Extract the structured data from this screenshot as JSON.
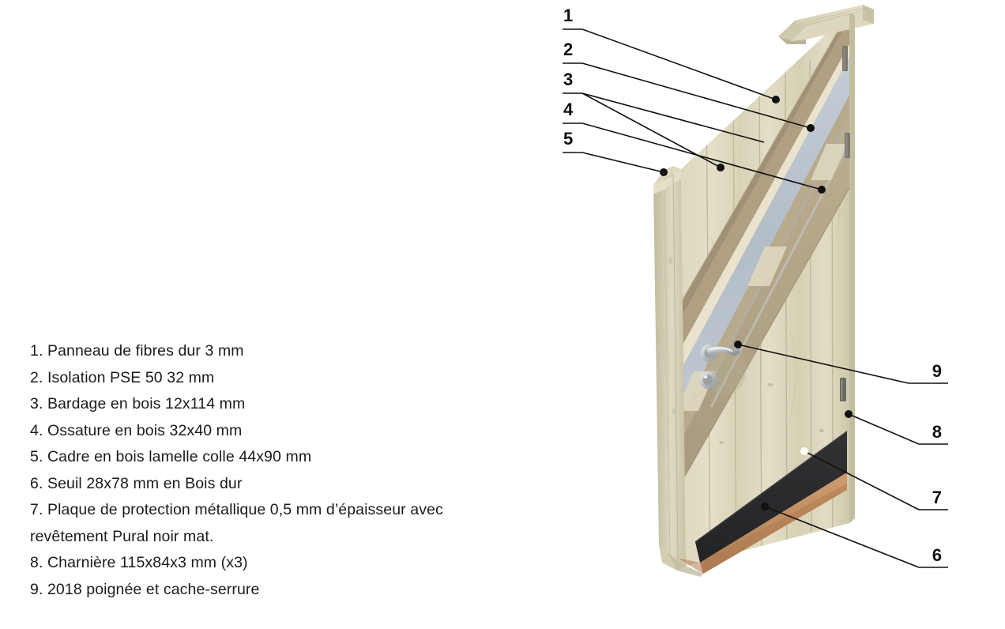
{
  "legend": {
    "items": [
      "1. Panneau de fibres dur 3 mm",
      "2. Isolation PSE 50 32 mm",
      "3. Bardage en bois 12x114 mm",
      "4. Ossature en bois 32x40 mm",
      "5. Cadre en bois lamelle colle 44x90 mm",
      "6. Seuil 28x78 mm en Bois dur",
      "7. Plaque de protection métallique 0,5 mm d’épaisseur avec",
      "revêtement Pural noir mat.",
      "8. Charnière 115x84x3 mm (x3)",
      "9. 2018 poignée et cache-serrure"
    ]
  },
  "callouts": {
    "left": [
      {
        "label": "1"
      },
      {
        "label": "2"
      },
      {
        "label": "3"
      },
      {
        "label": "4"
      },
      {
        "label": "5"
      }
    ],
    "right": [
      {
        "label": "9"
      },
      {
        "label": "8"
      },
      {
        "label": "7"
      },
      {
        "label": "6"
      }
    ]
  },
  "colors": {
    "background": "#ffffff",
    "leader_line": "#111111",
    "marker_dot": "#111111",
    "marker_dot_light": "#ffffff",
    "text": "#1b1b1b",
    "wood_face_light": "#e2ddc4",
    "wood_face_mid": "#d5cfb1",
    "wood_face_shadow": "#c6c0a2",
    "wood_frame_edge": "#d9d5bb",
    "wood_frame_side": "#cac5a7",
    "fiberboard": "#b3a488",
    "fiberboard_dark": "#a3957a",
    "insulation": "#b6c0cb",
    "insulation_light": "#c8d1d9",
    "cream_strip": "#e9e2cd",
    "threshold_hardwood": "#c08e62",
    "protection_plate": "#2a2a2c",
    "hinge_metal": "#77746c",
    "handle_chrome": "#cfd2d4"
  },
  "diagram": {
    "title": "",
    "parts": [
      {
        "name": "fiber-board-layer",
        "callout": "1"
      },
      {
        "name": "eps-insulation-layer",
        "callout": "2"
      },
      {
        "name": "wood-cladding-layer",
        "callout": "3"
      },
      {
        "name": "wood-framing-layer",
        "callout": "4"
      },
      {
        "name": "glulam-frame",
        "callout": "5"
      },
      {
        "name": "hardwood-threshold",
        "callout": "6"
      },
      {
        "name": "metal-protection-plate",
        "callout": "7"
      },
      {
        "name": "hinge",
        "callout": "8"
      },
      {
        "name": "handle-and-lock-cover",
        "callout": "9"
      }
    ]
  }
}
